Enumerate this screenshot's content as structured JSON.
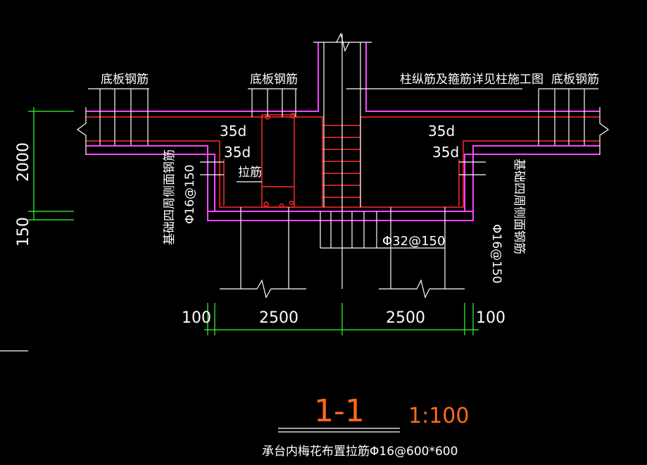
{
  "labels": {
    "slab_rebar": "底板钢筋",
    "column_note": "柱纵筋及箍筋详见柱施工图",
    "anchor_35d": "35d",
    "tie_bar": "拉筋",
    "side_rebar": "基础四周侧面钢筋",
    "side_rebar_spec": "Φ16@150",
    "pile_rebar": "Φ32@150"
  },
  "dimensions": {
    "height_main": "2000",
    "height_cover": "150",
    "edge": "100",
    "span": "2500"
  },
  "section": {
    "title": "1-1",
    "scale": "1:100",
    "note": "承台内梅花布置拉筋Φ16@600*600"
  },
  "colors": {
    "background": "#000000",
    "line": "#ffffff",
    "slab": "#ff44ff",
    "rebar": "#ff2a2a",
    "dimension": "#33ff33",
    "title": "#ff6a1a"
  }
}
